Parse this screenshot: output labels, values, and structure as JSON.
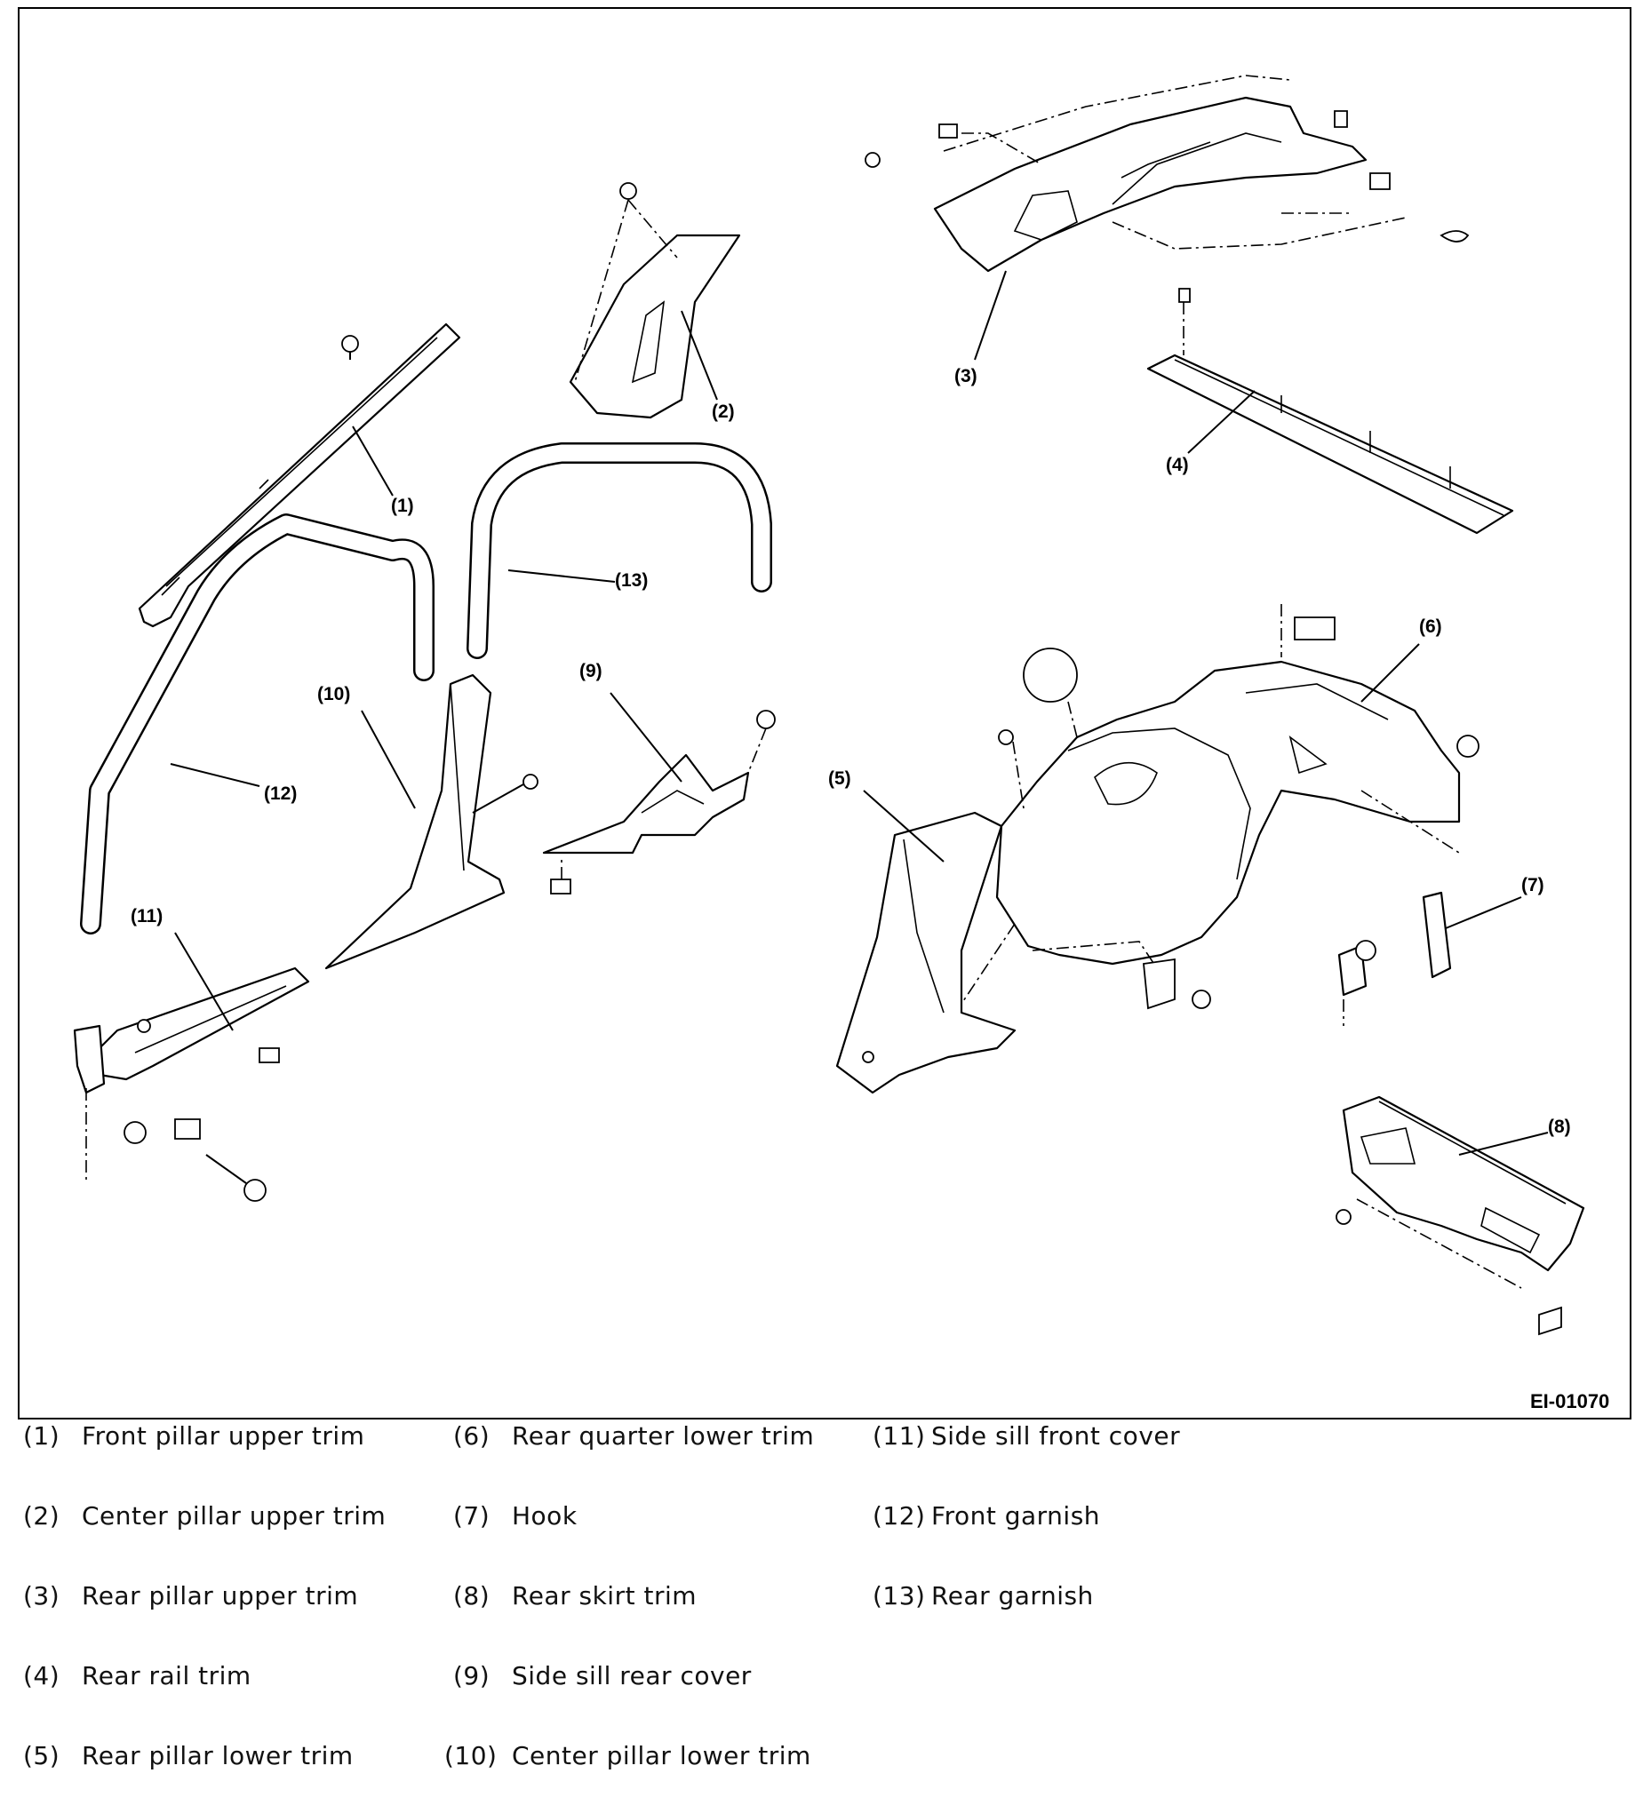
{
  "figure": {
    "id_label": "EI-01070",
    "callouts": [
      "(1)",
      "(2)",
      "(3)",
      "(4)",
      "(5)",
      "(6)",
      "(7)",
      "(8)",
      "(9)",
      "(10)",
      "(11)",
      "(12)",
      "(13)"
    ]
  },
  "legend": [
    {
      "num": "(1)",
      "label": "Front pillar upper trim"
    },
    {
      "num": "(2)",
      "label": "Center pillar upper trim"
    },
    {
      "num": "(3)",
      "label": "Rear pillar upper trim"
    },
    {
      "num": "(4)",
      "label": "Rear rail trim"
    },
    {
      "num": "(5)",
      "label": "Rear pillar lower trim"
    },
    {
      "num": "(6)",
      "label": "Rear quarter lower trim"
    },
    {
      "num": "(7)",
      "label": "Hook"
    },
    {
      "num": "(8)",
      "label": "Rear skirt trim"
    },
    {
      "num": "(9)",
      "label": "Side sill rear cover"
    },
    {
      "num": "(10)",
      "label": "Center pillar lower trim"
    },
    {
      "num": "(11)",
      "label": "Side sill front cover"
    },
    {
      "num": "(12)",
      "label": "Front garnish"
    },
    {
      "num": "(13)",
      "label": "Rear garnish"
    }
  ]
}
